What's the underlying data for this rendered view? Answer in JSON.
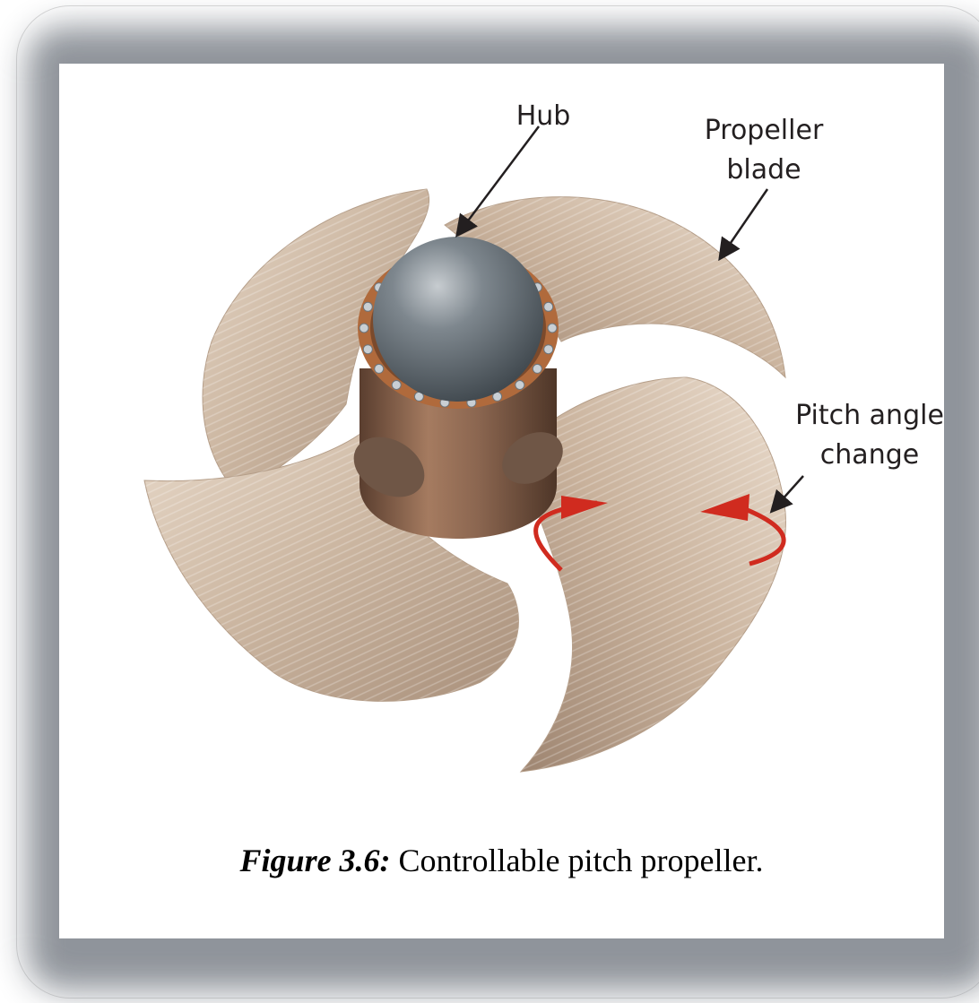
{
  "labels": {
    "hub": "Hub",
    "blade_line1": "Propeller",
    "blade_line2": "blade",
    "pitch_line1": "Pitch angle",
    "pitch_line2": "change"
  },
  "caption": {
    "label": "Figure 3.6:",
    "text": " Controllable pitch propeller."
  },
  "colors": {
    "blade": "#cdb8a3",
    "hub_dome": "#5d666d",
    "flange": "#b06a3c",
    "hub_body": "#7a5a45",
    "rotation_arrow": "#d02b1f",
    "pointer": "#231f20",
    "frame_shadow": "#8a8f96"
  },
  "icons": [
    "hub-pointer-arrow",
    "blade-pointer-arrow",
    "pitch-pointer-arrow",
    "rotation-arrow-icon"
  ]
}
